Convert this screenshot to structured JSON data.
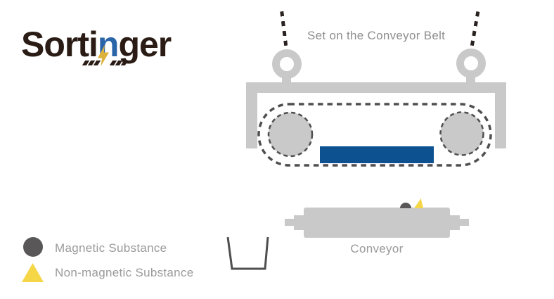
{
  "logo": {
    "part1": "Sorti",
    "magnet_letter": "n",
    "part2": "ger",
    "icons": [
      "lightning-bolt",
      "motion-dashes",
      "magnet-letter-n"
    ]
  },
  "diagram": {
    "caption": "Set on the Conveyor Belt",
    "conveyor_label": "Conveyor",
    "machine": "suspended magnetic separator with dashed belt loop, two pulleys and blue magnet block",
    "items_on_conveyor": [
      {
        "type": "magnetic-substance",
        "marker": "circle"
      },
      {
        "type": "non-magnetic-substance",
        "marker": "triangle"
      }
    ]
  },
  "legend": {
    "items": [
      {
        "marker": "circle",
        "label": "Magnetic Substance"
      },
      {
        "marker": "triangle",
        "label": "Non-magnetic Substance"
      }
    ]
  },
  "colors": {
    "brand_dark": "#2a1c15",
    "brand_blue": "#2a64a9",
    "brand_gold": "#dcb23c",
    "machine_gray": "#c9c9c9",
    "outline_gray": "#4f4f4f",
    "cable_dark": "#2a2321",
    "magnet_blue": "#0d5191",
    "substance_gray": "#595757",
    "substance_yellow": "#f5d647",
    "label_gray": "#9a9a9b",
    "caption_gray": "#8e8e8e"
  }
}
